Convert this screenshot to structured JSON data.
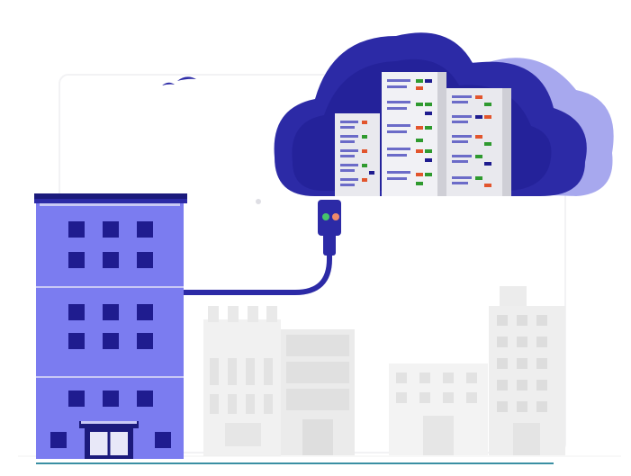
{
  "scene": {
    "description_items": [
      "building",
      "cable",
      "cloud",
      "server-racks",
      "background-city",
      "birds",
      "tablet-frame"
    ],
    "colors": {
      "cloud_dark": "#1f1c8f",
      "cloud_mid": "#2c2aa6",
      "cloud_light": "#a7a8ee",
      "building": "#7b7cf0",
      "building_dark": "#1b1a7c",
      "window": "#1f1c8f",
      "server_body": "#e9e9ee",
      "server_shade": "#cfcfd6",
      "led_purple": "#6b6bc8",
      "led_red": "#e2552d",
      "led_green": "#2f9a2f",
      "led_navy": "#1f1c8f",
      "city_gray": "#eeeeee",
      "ground_line": "#3a8fa3"
    }
  }
}
